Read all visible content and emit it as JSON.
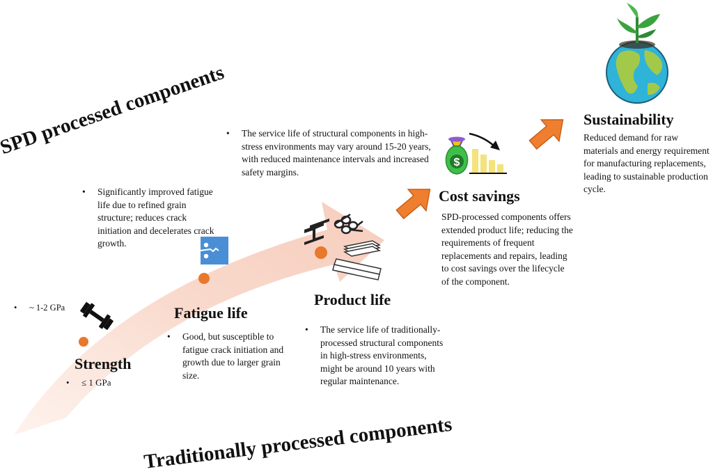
{
  "titles": {
    "spd": "SPD processed components",
    "traditional": "Traditionally processed components"
  },
  "stages": {
    "strength": {
      "label": "Strength",
      "spd_value": "~ 1-2 GPa",
      "traditional_value": "≤ 1 GPa"
    },
    "fatigue": {
      "label": "Fatigue life",
      "spd_text": "Significantly improved fatigue life due to refined grain structure; reduces crack initiation and decelerates crack growth.",
      "traditional_text": "Good, but susceptible to fatigue crack initiation and growth due to larger grain size."
    },
    "product": {
      "label": "Product life",
      "spd_text": "The service life of structural components in high-stress environments may vary around 15-20 years, with reduced maintenance intervals and increased safety margins.",
      "traditional_text": "The service life of traditionally-processed structural components in high-stress environments, might be around 10 years with regular maintenance."
    },
    "cost": {
      "label": "Cost savings",
      "text": "SPD-processed components offers extended product life; reducing the requirements of frequent replacements and repairs, leading to cost savings over the lifecycle of the component."
    },
    "sustainability": {
      "label": "Sustainability",
      "text": "Reduced demand for raw materials and energy requirement for manufacturing replacements, leading to sustainable production cycle."
    }
  },
  "icons": {
    "strength": "dumbbell-icon",
    "fatigue": "crack-specimen-icon",
    "product": "steel-beams-icon",
    "cost": "money-bag-chart-icon",
    "sustainability": "globe-plant-icon"
  },
  "colors": {
    "arrow_fill": "#f8d9cc",
    "dot": "#e8782c",
    "step_arrow": "#ef7f2e",
    "step_arrow_stroke": "#c85f18",
    "globe_ocean": "#2fb3d8",
    "globe_land": "#a3c94a",
    "plant": "#3aa33e"
  }
}
